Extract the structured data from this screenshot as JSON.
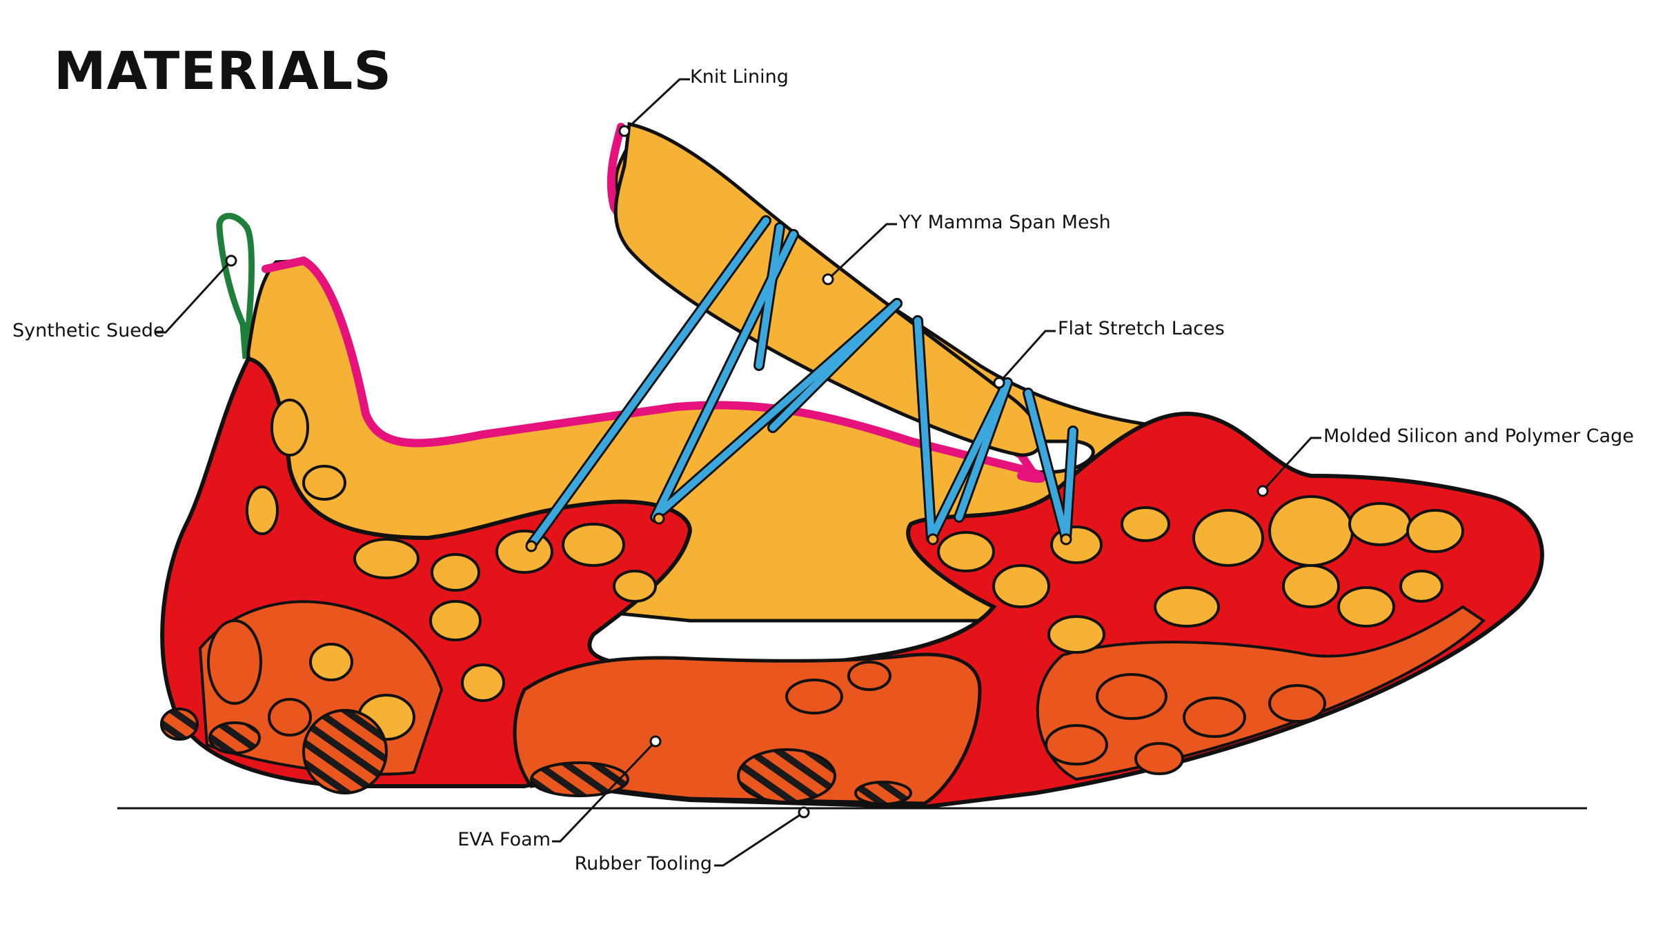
{
  "title": "MATERIALS",
  "labels": {
    "knit_lining": "Knit Lining",
    "mesh": "YY Mamma Span Mesh",
    "laces": "Flat Stretch Laces",
    "cage": "Molded Silicon and Polymer Cage",
    "suede": "Synthetic Suede",
    "eva": "EVA Foam",
    "rubber": "Rubber Tooling"
  },
  "colors": {
    "upper": "#F6B234",
    "cage": "#E4131A",
    "foam": "#E9561E",
    "lining": "#E6127C",
    "laces": "#3BA7DC",
    "suede": "#1E7F3A",
    "outline": "#111111"
  }
}
